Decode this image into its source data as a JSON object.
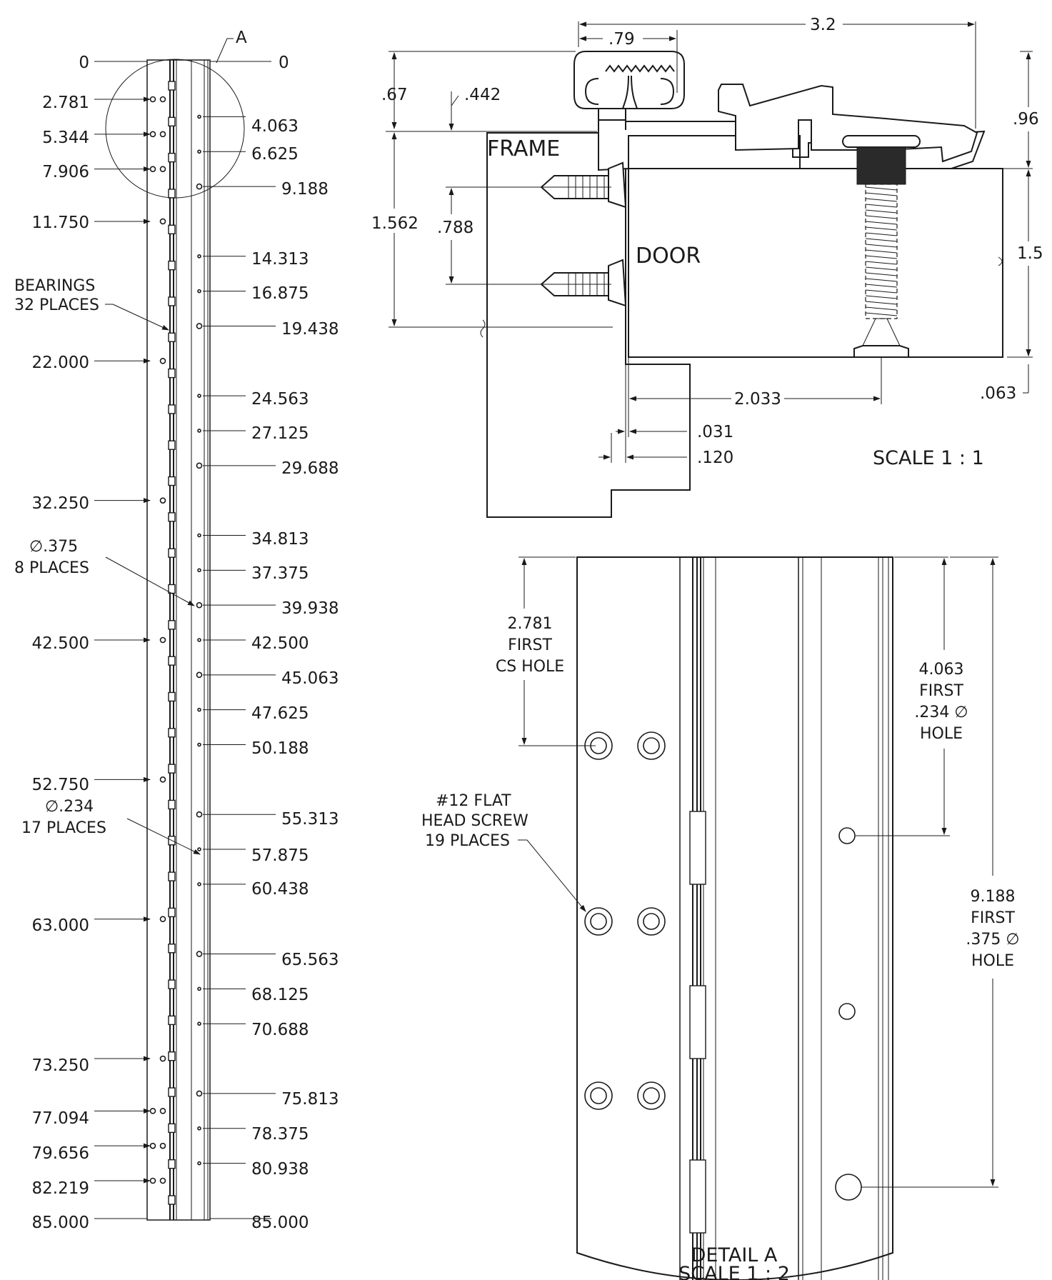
{
  "long_view": {
    "detail_callout": "A",
    "left_stations": [
      "0",
      "2.781",
      "5.344",
      "7.906",
      "11.750",
      "22.000",
      "32.250",
      "42.500",
      "52.750",
      "63.000",
      "73.250",
      "77.094",
      "79.656",
      "82.219",
      "85.000"
    ],
    "right_stations": [
      "0",
      "4.063",
      "6.625",
      "9.188",
      "14.313",
      "16.875",
      "19.438",
      "24.563",
      "27.125",
      "29.688",
      "34.813",
      "37.375",
      "39.938",
      "42.500",
      "45.063",
      "47.625",
      "50.188",
      "55.313",
      "57.875",
      "60.438",
      "65.563",
      "68.125",
      "70.688",
      "75.813",
      "78.375",
      "80.938",
      "85.000"
    ],
    "bearings_note": [
      "BEARINGS",
      "32 PLACES"
    ],
    "hole_375_note": [
      "∅.375",
      "8 PLACES"
    ],
    "hole_234_note": [
      "∅.234",
      "17 PLACES"
    ]
  },
  "section_view": {
    "frame_label": "FRAME",
    "door_label": "DOOR",
    "dim_3_2": "3.2",
    "dim_79": ".79",
    "dim_67": ".67",
    "dim_442": ".442",
    "dim_96": ".96",
    "dim_1562": "1.562",
    "dim_788": ".788",
    "dim_1_5": "1.5",
    "dim_063": ".063",
    "dim_2033": "2.033",
    "dim_031": ".031",
    "dim_120": ".120",
    "scale_label": "SCALE 1 : 1"
  },
  "detail_view": {
    "first_cs_hole": [
      "2.781",
      "FIRST",
      "CS HOLE"
    ],
    "first_234_hole": [
      "4.063",
      "FIRST",
      ".234 ∅",
      "HOLE"
    ],
    "first_375_hole": [
      "9.188",
      "FIRST",
      ".375 ∅",
      "HOLE"
    ],
    "screw_note": [
      "#12 FLAT",
      "HEAD SCREW",
      "19 PLACES"
    ],
    "title": "DETAIL A",
    "scale": "SCALE 1 : 2"
  }
}
